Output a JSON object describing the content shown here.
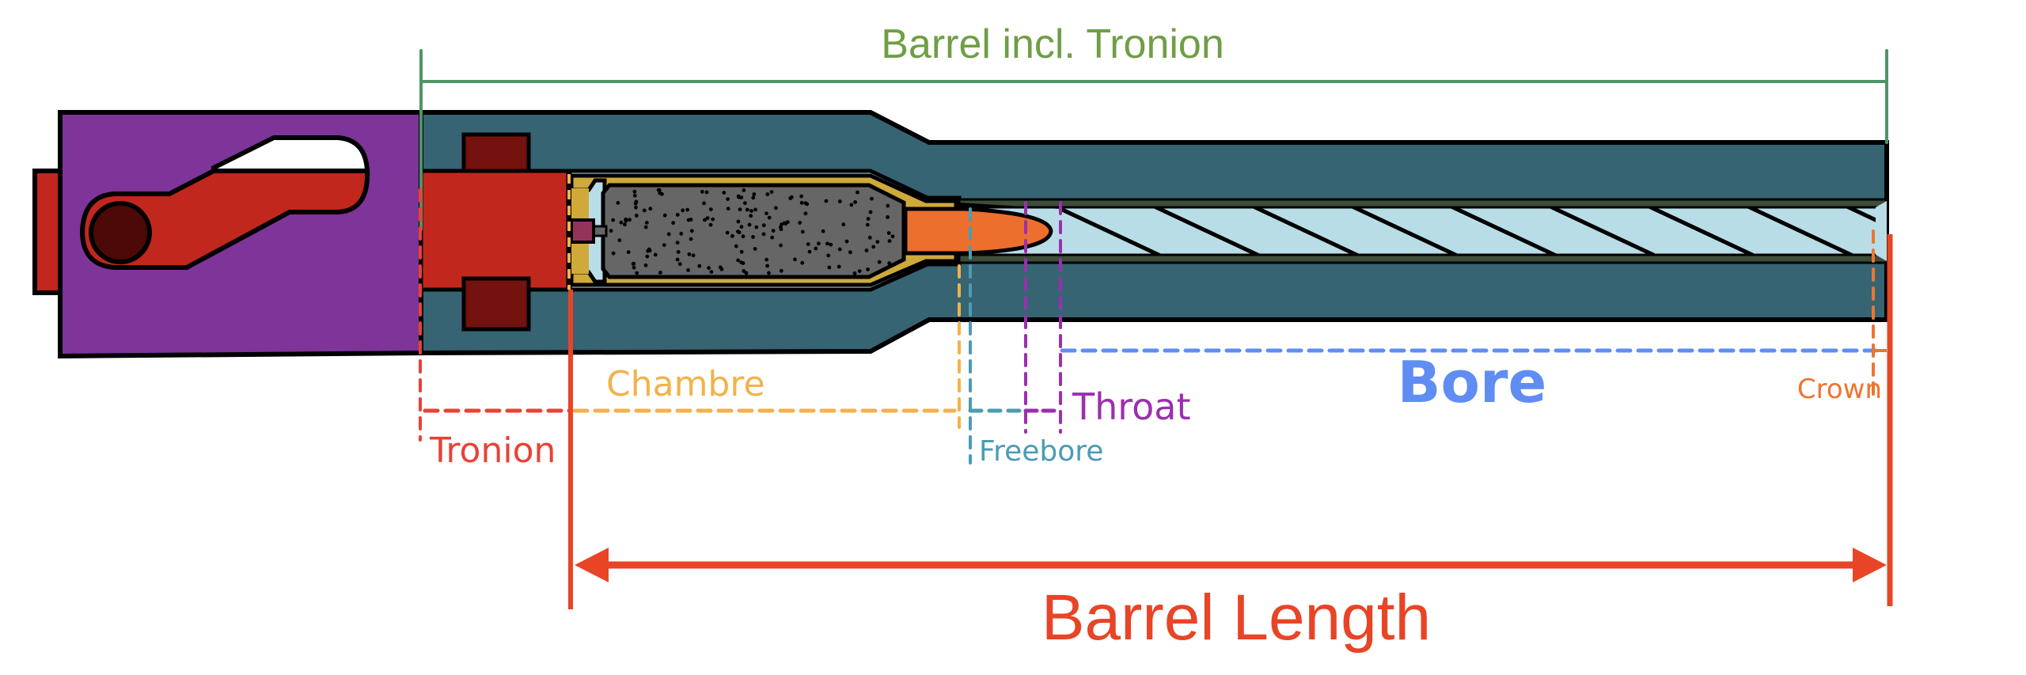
{
  "diagram": {
    "title_top": "Barrel incl. Tronion",
    "title_bottom": "Barrel Length",
    "labels": {
      "chambre": "Chambre",
      "tronion": "Tronion",
      "throat": "Throat",
      "freebore": "Freebore",
      "bore": "Bore",
      "crown": "Crown"
    },
    "components": [
      "receiver",
      "bolt-handle",
      "bolt",
      "locking-lugs",
      "barrel",
      "cartridge-case",
      "powder",
      "primer",
      "bullet",
      "rifled-bore"
    ],
    "colors": {
      "barrel_incl_tronion": "#4f9466",
      "barrel_incl_tronion_text": "#6f9e45",
      "barrel_length": "#e84426",
      "receiver": "#7e3499",
      "bolt": "#c1271d",
      "locking_lug": "#73120f",
      "barrel": "#366473",
      "brass": "#cfa93a",
      "powder": "#666666",
      "primer": "#943358",
      "bullet": "#ec6f2d",
      "bore": "#b9dde7",
      "chambre": "#f2b24a",
      "tronion": "#e84236",
      "throat": "#9b2fae",
      "freebore": "#4b9cb3",
      "bore_label": "#5f8df2",
      "crown": "#ef7430"
    }
  }
}
